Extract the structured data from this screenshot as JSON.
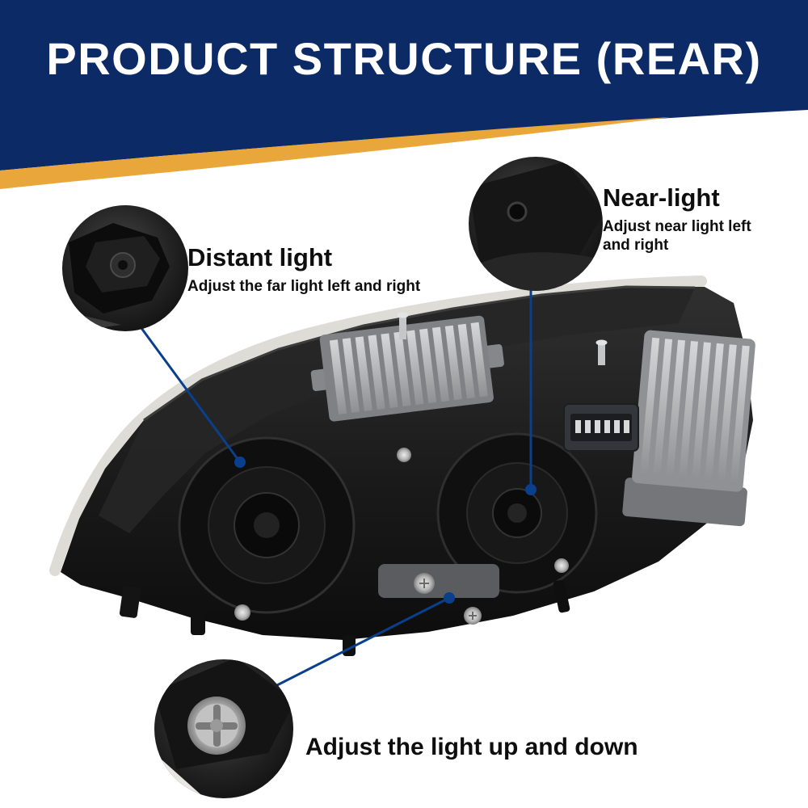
{
  "header": {
    "title": "PRODUCT STRUCTURE (REAR)"
  },
  "callouts": {
    "distant_light": {
      "title": "Distant light",
      "description": "Adjust the far light left and right"
    },
    "near_light": {
      "title": "Near-light",
      "description": "Adjust near light left and right"
    },
    "vertical_adjust": {
      "title": "Adjust the light up and down"
    }
  },
  "colors": {
    "banner_blue": "#0b2a66",
    "accent_gold": "#e9a63b",
    "callout_line_blue": "#0a3f8c",
    "text": "#111111"
  }
}
